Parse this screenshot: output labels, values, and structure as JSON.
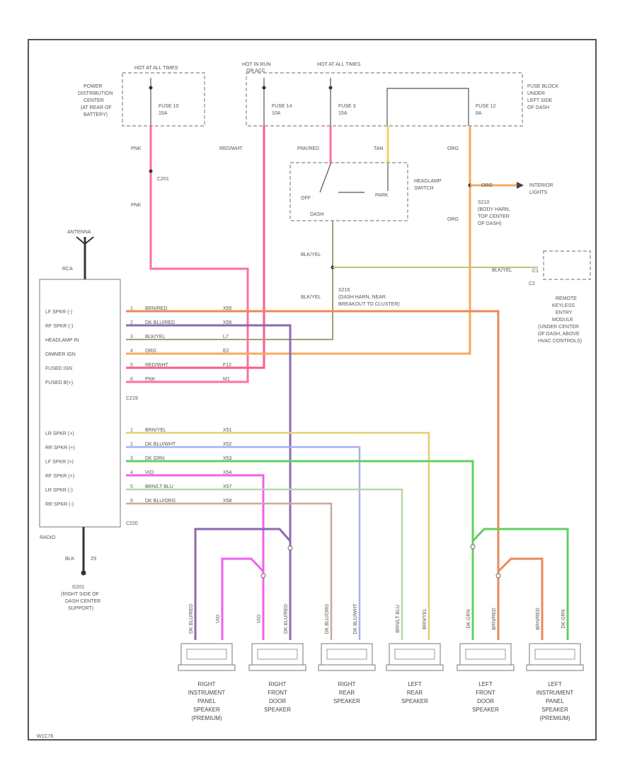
{
  "labels": {
    "pdc_hot": "HOT AT ALL TIMES",
    "pdc_name_1": "POWER",
    "pdc_name_2": "DISTRIBUTION",
    "pdc_name_3": "CENTER",
    "pdc_name_4": "(AT REAR OF",
    "pdc_name_5": "BATTERY)",
    "pdc_fuse": "FUSE 10",
    "pdc_amp": "15A",
    "run_hot": "HOT IN RUN",
    "run_hot_2": "OR ACC",
    "run_fuse": "FUSE 14",
    "run_amp": "10A",
    "fb_hot": "HOT AT ALL TIMES",
    "fuse3": "FUSE 3",
    "fuse3_amp": "15A",
    "fuse12": "FUSE 12",
    "fuse12_amp": "8A",
    "fb_name_1": "FUSE BLOCK",
    "fb_name_2": "UNDER",
    "fb_name_3": "LEFT SIDE",
    "fb_name_4": "OF DASH",
    "w_pnk_1": "PNK",
    "w_pnk_2": "PNK",
    "c201": "C201",
    "w_redwht": "RED/WHT",
    "w_pnkred": "PNK/RED",
    "w_tan": "TAN",
    "w_org_1": "ORG",
    "w_org_2": "ORG",
    "w_org_3": "ORG",
    "hl_switch_1": "HEADLAMP",
    "hl_switch_2": "SWITCH",
    "hl_off": "OFF",
    "hl_park": "PARK",
    "hl_dash": "DASH",
    "interior_1": "INTERIOR",
    "interior_2": "LIGHTS",
    "s210_1": "S210",
    "s210_2": "(BODY HARN,",
    "s210_3": "TOP CENTER",
    "s210_4": "OF DASH)",
    "w_blkyel_1": "BLK/YEL",
    "w_blkyel_2": "BLK/YEL",
    "w_blkyel_3": "BLK/YEL",
    "s216_1": "S216",
    "s216_2": "(DASH HARN, NEAR",
    "s216_3": "BREAKOUT TO CLUSTER)",
    "antenna": "ANTENNA",
    "rca": "RCA",
    "c1": "C1",
    "c2": "C2",
    "rke_1": "REMOTE",
    "rke_2": "KEYLESS",
    "rke_3": "ENTRY",
    "rke_4": "MODULE",
    "rke_5": "(UNDER CENTER",
    "rke_6": "OF DASH, ABOVE",
    "rke_7": "HVAC CONTROLS)",
    "radio": "RADIO",
    "c219": "C219",
    "c220": "C220",
    "ground_1": "G201",
    "ground_2": "(RIGHT SIDE OF",
    "ground_3": "DASH CENTER",
    "ground_4": "SUPPORT)",
    "w_blk": "BLK",
    "w_blk_circ": "Z9",
    "footer_code": "W1C76"
  },
  "radio_pins_top": [
    {
      "name": "LF SPKR (-)",
      "pin": "1",
      "wire": "BRN/RED",
      "circ": "X55"
    },
    {
      "name": "RF SPKR (-)",
      "pin": "2",
      "wire": "DK BLU/RED",
      "circ": "X56"
    },
    {
      "name": "HEADLAMP IN",
      "pin": "3",
      "wire": "BLK/YEL",
      "circ": "L7"
    },
    {
      "name": "DIMMER IGN",
      "pin": "4",
      "wire": "ORG",
      "circ": "E2"
    },
    {
      "name": "FUSED IGN",
      "pin": "5",
      "wire": "RED/WHT",
      "circ": "F12"
    },
    {
      "name": "FUSED B(+)",
      "pin": "6",
      "wire": "PNK",
      "circ": "M1"
    }
  ],
  "radio_pins_bottom": [
    {
      "name": "LR SPKR (+)",
      "pin": "1",
      "wire": "BRN/YEL",
      "circ": "X51"
    },
    {
      "name": "RR SPKR (+)",
      "pin": "2",
      "wire": "DK BLU/WHT",
      "circ": "X52"
    },
    {
      "name": "LF SPKR (+)",
      "pin": "3",
      "wire": "DK GRN",
      "circ": "X53"
    },
    {
      "name": "RF SPKR (+)",
      "pin": "4",
      "wire": "VIO",
      "circ": "X54"
    },
    {
      "name": "LR SPKR (-)",
      "pin": "5",
      "wire": "BRN/LT BLU",
      "circ": "X57"
    },
    {
      "name": "RR SPKR (-)",
      "pin": "6",
      "wire": "DK BLU/ORG",
      "circ": "X58"
    }
  ],
  "speakers": [
    {
      "l1": "RIGHT",
      "l2": "INSTRUMENT",
      "l3": "PANEL",
      "l4": "SPEAKER",
      "l5": "(PREMIUM)"
    },
    {
      "l1": "RIGHT",
      "l2": "FRONT",
      "l3": "DOOR",
      "l4": "SPEAKER",
      "l5": ""
    },
    {
      "l1": "RIGHT",
      "l2": "REAR",
      "l3": "SPEAKER",
      "l4": "",
      "l5": ""
    },
    {
      "l1": "LEFT",
      "l2": "REAR",
      "l3": "SPEAKER",
      "l4": "",
      "l5": ""
    },
    {
      "l1": "LEFT",
      "l2": "FRONT",
      "l3": "DOOR",
      "l4": "SPEAKER",
      "l5": ""
    },
    {
      "l1": "LEFT",
      "l2": "INSTRUMENT",
      "l3": "PANEL",
      "l4": "SPEAKER",
      "l5": "(PREMIUM)"
    }
  ],
  "speaker_wires": [
    {
      "a": "DK BLU/RED",
      "b": "VIO"
    },
    {
      "a": "VIO",
      "b": "DK BLU/RED"
    },
    {
      "a": "DK BLU/ORG",
      "b": "DK BLU/WHT"
    },
    {
      "a": "BRN/LT BLU",
      "b": "BRN/YEL"
    },
    {
      "a": "DK GRN",
      "b": "BRN/RED"
    },
    {
      "a": "BRN/RED",
      "b": "DK GRN"
    }
  ],
  "colors": {
    "pnk": "#ff6fa0",
    "redwht": "#ff5a8a",
    "org": "#f7a85c",
    "tan": "#f2cf6a",
    "blkyel": "#b8b08a",
    "brnred": "#e88a5a",
    "dkblured": "#8a6ab0",
    "brnyel": "#e0d070",
    "dkbluwht": "#a8b0e8",
    "dkgrn": "#60d060",
    "vio": "#f060f0",
    "brnltblu": "#b8d8a8",
    "dkbluorg": "#c8a8a0",
    "frame": "#555555"
  }
}
